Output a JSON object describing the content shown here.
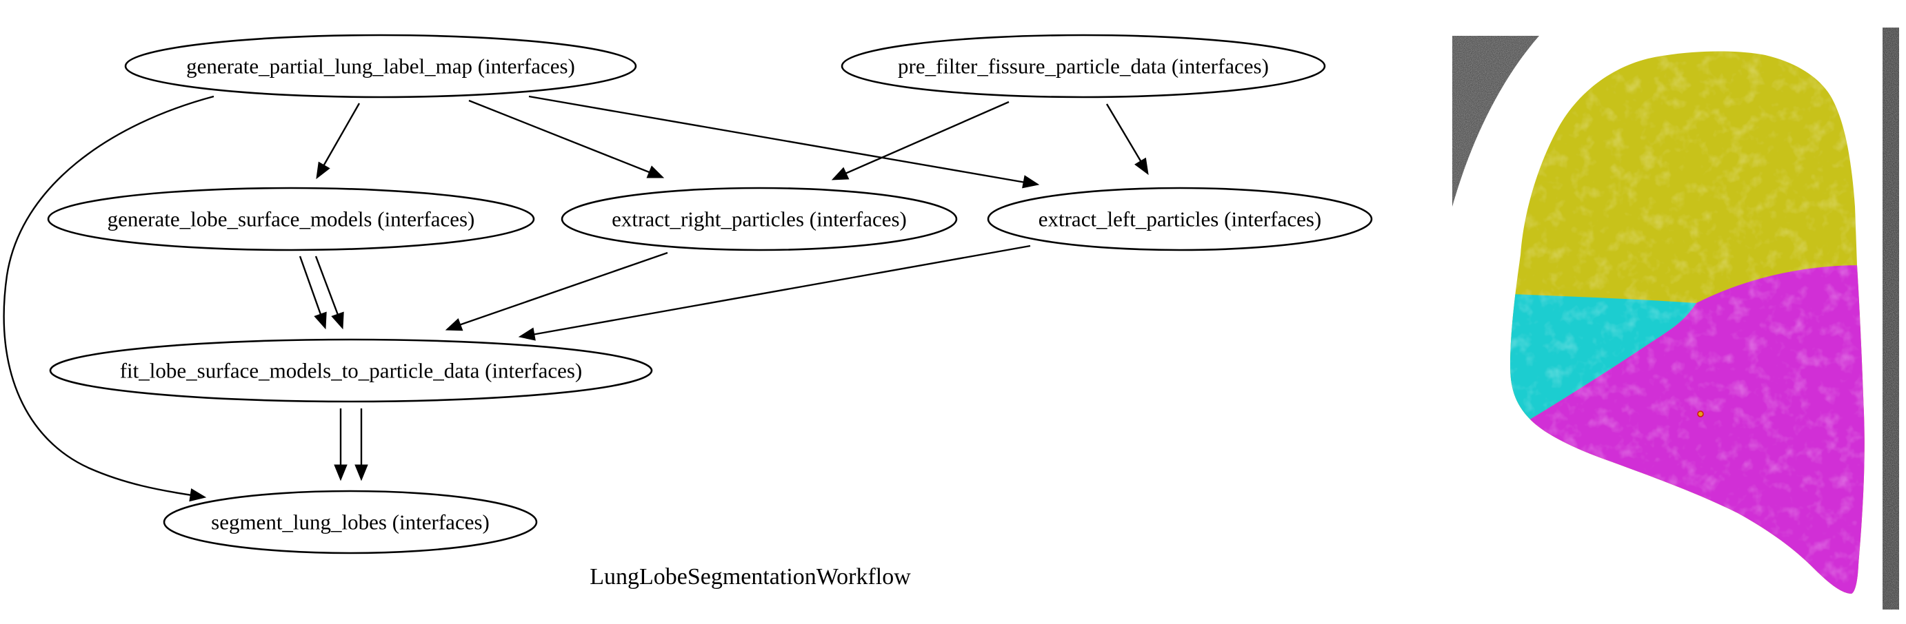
{
  "diagram": {
    "caption": "LungLobeSegmentationWorkflow",
    "nodes": [
      {
        "id": "generate_partial_lung_label_map",
        "label": "generate_partial_lung_label_map (interfaces)"
      },
      {
        "id": "pre_filter_fissure_particle_data",
        "label": "pre_filter_fissure_particle_data (interfaces)"
      },
      {
        "id": "generate_lobe_surface_models",
        "label": "generate_lobe_surface_models (interfaces)"
      },
      {
        "id": "extract_right_particles",
        "label": "extract_right_particles (interfaces)"
      },
      {
        "id": "extract_left_particles",
        "label": "extract_left_particles (interfaces)"
      },
      {
        "id": "fit_lobe_surface_models_to_particle_data",
        "label": "fit_lobe_surface_models_to_particle_data (interfaces)"
      },
      {
        "id": "segment_lung_lobes",
        "label": "segment_lung_lobes (interfaces)"
      }
    ],
    "edges": [
      {
        "from": "generate_partial_lung_label_map",
        "to": "generate_lobe_surface_models"
      },
      {
        "from": "generate_partial_lung_label_map",
        "to": "extract_right_particles"
      },
      {
        "from": "generate_partial_lung_label_map",
        "to": "extract_left_particles"
      },
      {
        "from": "generate_partial_lung_label_map",
        "to": "segment_lung_lobes"
      },
      {
        "from": "pre_filter_fissure_particle_data",
        "to": "extract_right_particles"
      },
      {
        "from": "pre_filter_fissure_particle_data",
        "to": "extract_left_particles"
      },
      {
        "from": "generate_lobe_surface_models",
        "to": "fit_lobe_surface_models_to_particle_data"
      },
      {
        "from": "generate_lobe_surface_models",
        "to": "fit_lobe_surface_models_to_particle_data"
      },
      {
        "from": "extract_right_particles",
        "to": "fit_lobe_surface_models_to_particle_data"
      },
      {
        "from": "extract_left_particles",
        "to": "fit_lobe_surface_models_to_particle_data"
      },
      {
        "from": "fit_lobe_surface_models_to_particle_data",
        "to": "segment_lung_lobes"
      },
      {
        "from": "fit_lobe_surface_models_to_particle_data",
        "to": "segment_lung_lobes"
      }
    ]
  },
  "lung_image": {
    "lobe_colors": {
      "upper": "#c8c21a",
      "middle": "#1ccdd0",
      "lower": "#d12fd6",
      "ct_background": "#4a4a4a"
    }
  }
}
